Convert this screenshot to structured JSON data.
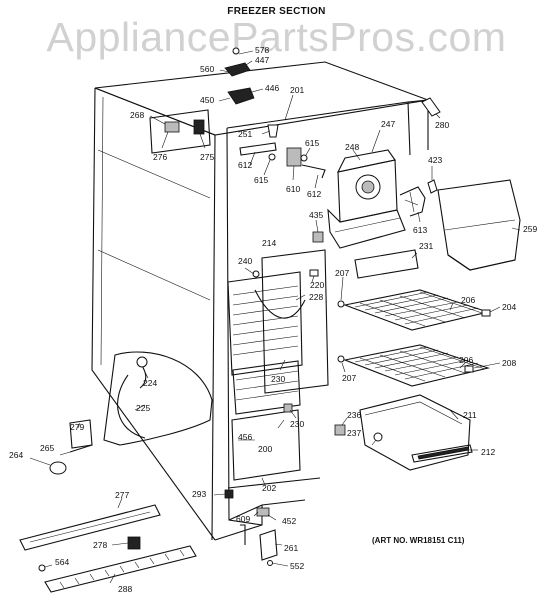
{
  "section_title": "FREEZER SECTION",
  "watermark": "AppliancePartsPros.com",
  "art_number": "(ART NO. WR18151 C11)",
  "part_labels": [
    {
      "key": "578",
      "text": "578"
    },
    {
      "key": "447",
      "text": "447"
    },
    {
      "key": "560",
      "text": "560"
    },
    {
      "key": "446",
      "text": "446"
    },
    {
      "key": "450",
      "text": "450"
    },
    {
      "key": "201",
      "text": "201"
    },
    {
      "key": "280",
      "text": "280"
    },
    {
      "key": "268",
      "text": "268"
    },
    {
      "key": "247",
      "text": "247"
    },
    {
      "key": "251",
      "text": "251"
    },
    {
      "key": "615a",
      "text": "615"
    },
    {
      "key": "248",
      "text": "248"
    },
    {
      "key": "276",
      "text": "276"
    },
    {
      "key": "275",
      "text": "275"
    },
    {
      "key": "612a",
      "text": "612"
    },
    {
      "key": "423",
      "text": "423"
    },
    {
      "key": "615b",
      "text": "615"
    },
    {
      "key": "610",
      "text": "610"
    },
    {
      "key": "612b",
      "text": "612"
    },
    {
      "key": "259",
      "text": "259"
    },
    {
      "key": "435",
      "text": "435"
    },
    {
      "key": "613",
      "text": "613"
    },
    {
      "key": "214",
      "text": "214"
    },
    {
      "key": "231",
      "text": "231"
    },
    {
      "key": "240",
      "text": "240"
    },
    {
      "key": "207a",
      "text": "207"
    },
    {
      "key": "220",
      "text": "220"
    },
    {
      "key": "228",
      "text": "228"
    },
    {
      "key": "206a",
      "text": "206"
    },
    {
      "key": "204",
      "text": "204"
    },
    {
      "key": "224",
      "text": "224"
    },
    {
      "key": "206b",
      "text": "206"
    },
    {
      "key": "208",
      "text": "208"
    },
    {
      "key": "230a",
      "text": "230"
    },
    {
      "key": "207b",
      "text": "207"
    },
    {
      "key": "225",
      "text": "225"
    },
    {
      "key": "211",
      "text": "211"
    },
    {
      "key": "230b",
      "text": "230"
    },
    {
      "key": "236",
      "text": "236"
    },
    {
      "key": "279",
      "text": "279"
    },
    {
      "key": "456",
      "text": "456"
    },
    {
      "key": "212",
      "text": "212"
    },
    {
      "key": "264",
      "text": "264"
    },
    {
      "key": "265",
      "text": "265"
    },
    {
      "key": "200",
      "text": "200"
    },
    {
      "key": "237",
      "text": "237"
    },
    {
      "key": "202",
      "text": "202"
    },
    {
      "key": "277",
      "text": "277"
    },
    {
      "key": "293",
      "text": "293"
    },
    {
      "key": "609",
      "text": "609"
    },
    {
      "key": "452",
      "text": "452"
    },
    {
      "key": "278",
      "text": "278"
    },
    {
      "key": "261",
      "text": "261"
    },
    {
      "key": "564",
      "text": "564"
    },
    {
      "key": "552",
      "text": "552"
    },
    {
      "key": "288",
      "text": "288"
    }
  ]
}
